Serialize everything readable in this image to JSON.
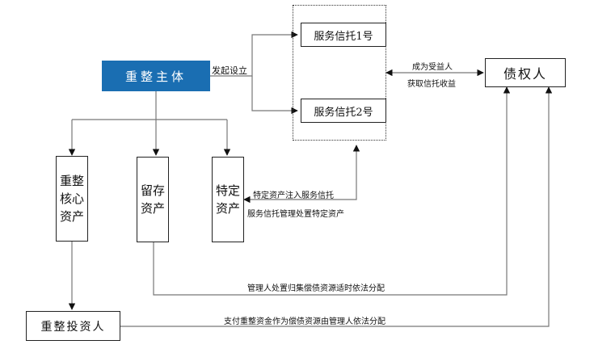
{
  "nodes": {
    "main_entity": "重整主体",
    "trust1": "服务信托1号",
    "trust2": "服务信托2号",
    "creditor": "债权人",
    "core_assets": "重整核心资产",
    "retained_assets": "留存资产",
    "specific_assets": "特定资产",
    "investor": "重整投资人"
  },
  "edges": {
    "initiate": "发起设立",
    "beneficiary": "成为受益人",
    "trust_income": "获取信托收益",
    "inject": "特定资产注入服务信托",
    "manage": "服务信托管理处置特定资产",
    "retained_distribution": "管理人处置归集偿债资源适时依法分配",
    "investor_payment": "支付重整资金作为偿债资源由管理人依法分配"
  },
  "colors": {
    "main_entity_fill": "#1a6eb2",
    "line": "#666666"
  }
}
